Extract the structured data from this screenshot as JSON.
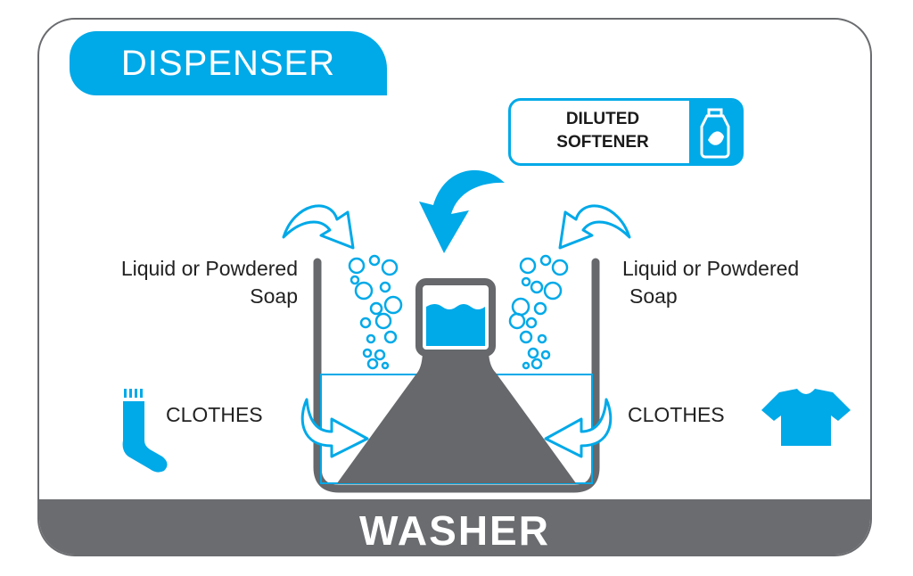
{
  "colors": {
    "accent_blue": "#00a9e8",
    "dark_gray": "#6a6c6f",
    "tub_gray": "#66686b",
    "white": "#ffffff"
  },
  "dispenser": {
    "title": "DISPENSER"
  },
  "softener": {
    "line1": "DILUTED",
    "line2": "SOFTENER",
    "icon": "softener-bottle-icon"
  },
  "left": {
    "soap_line1": "Liquid or Powdered",
    "soap_line2": "Soap",
    "clothes_label": "CLOTHES",
    "clothes_icon": "sock-icon"
  },
  "right": {
    "soap_line1": "Liquid or Powdered",
    "soap_line2": "Soap",
    "clothes_label": "CLOTHES",
    "clothes_icon": "tshirt-icon"
  },
  "washer": {
    "title": "WASHER"
  }
}
